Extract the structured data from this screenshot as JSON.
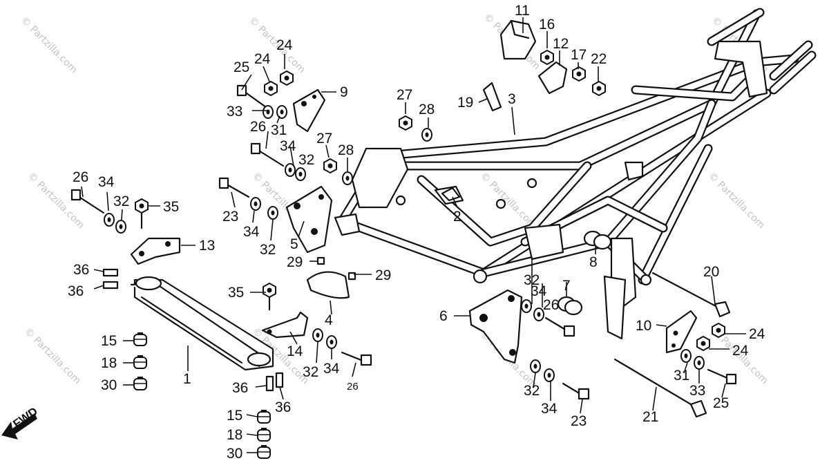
{
  "watermark": "© Partzilla.com",
  "direction_label": "FWD",
  "callouts": [
    {
      "id": "c11a",
      "text": "11"
    },
    {
      "id": "c16a",
      "text": "16"
    },
    {
      "id": "c12a",
      "text": "12"
    },
    {
      "id": "c17a",
      "text": "17"
    },
    {
      "id": "c22a",
      "text": "22"
    },
    {
      "id": "c24a",
      "text": "24"
    },
    {
      "id": "c24b",
      "text": "24"
    },
    {
      "id": "c25a",
      "text": "25"
    },
    {
      "id": "c9a",
      "text": "9"
    },
    {
      "id": "c33a",
      "text": "33"
    },
    {
      "id": "c31a",
      "text": "31"
    },
    {
      "id": "c26a",
      "text": "26"
    },
    {
      "id": "c34a",
      "text": "34"
    },
    {
      "id": "c32a",
      "text": "32"
    },
    {
      "id": "c27a",
      "text": "27"
    },
    {
      "id": "c28a",
      "text": "28"
    },
    {
      "id": "c27b",
      "text": "27"
    },
    {
      "id": "c28b",
      "text": "28"
    },
    {
      "id": "c19a",
      "text": "19"
    },
    {
      "id": "c3a",
      "text": "3"
    },
    {
      "id": "c26b",
      "text": "26"
    },
    {
      "id": "c34b",
      "text": "34"
    },
    {
      "id": "c32b",
      "text": "32"
    },
    {
      "id": "c35a",
      "text": "35"
    },
    {
      "id": "c23a",
      "text": "23"
    },
    {
      "id": "c34c",
      "text": "34"
    },
    {
      "id": "c32c",
      "text": "32"
    },
    {
      "id": "c5a",
      "text": "5"
    },
    {
      "id": "c2a",
      "text": "2"
    },
    {
      "id": "c13a",
      "text": "13"
    },
    {
      "id": "c29a",
      "text": "29"
    },
    {
      "id": "c29b",
      "text": "29"
    },
    {
      "id": "c8a",
      "text": "8"
    },
    {
      "id": "c36a",
      "text": "36"
    },
    {
      "id": "c36b",
      "text": "36"
    },
    {
      "id": "c35b",
      "text": "35"
    },
    {
      "id": "c4a",
      "text": "4"
    },
    {
      "id": "c32d",
      "text": "32"
    },
    {
      "id": "c34d",
      "text": "34"
    },
    {
      "id": "c26c",
      "text": "26"
    },
    {
      "id": "c7a",
      "text": "7"
    },
    {
      "id": "c20a",
      "text": "20"
    },
    {
      "id": "c6a",
      "text": "6"
    },
    {
      "id": "c10a",
      "text": "10"
    },
    {
      "id": "c24c",
      "text": "24"
    },
    {
      "id": "c24d",
      "text": "24"
    },
    {
      "id": "c15a",
      "text": "15"
    },
    {
      "id": "c18a",
      "text": "18"
    },
    {
      "id": "c30a",
      "text": "30"
    },
    {
      "id": "c1a",
      "text": "1"
    },
    {
      "id": "c14a",
      "text": "14"
    },
    {
      "id": "c32e",
      "text": "32"
    },
    {
      "id": "c34e",
      "text": "34"
    },
    {
      "id": "c26d",
      "text": "26"
    },
    {
      "id": "c36c",
      "text": "36"
    },
    {
      "id": "c36d",
      "text": "36"
    },
    {
      "id": "c31b",
      "text": "31"
    },
    {
      "id": "c33b",
      "text": "33"
    },
    {
      "id": "c25b",
      "text": "25"
    },
    {
      "id": "c32f",
      "text": "32"
    },
    {
      "id": "c34f",
      "text": "34"
    },
    {
      "id": "c23b",
      "text": "23"
    },
    {
      "id": "c21a",
      "text": "21"
    },
    {
      "id": "c15b",
      "text": "15"
    },
    {
      "id": "c18b",
      "text": "18"
    },
    {
      "id": "c30b",
      "text": "30"
    }
  ]
}
